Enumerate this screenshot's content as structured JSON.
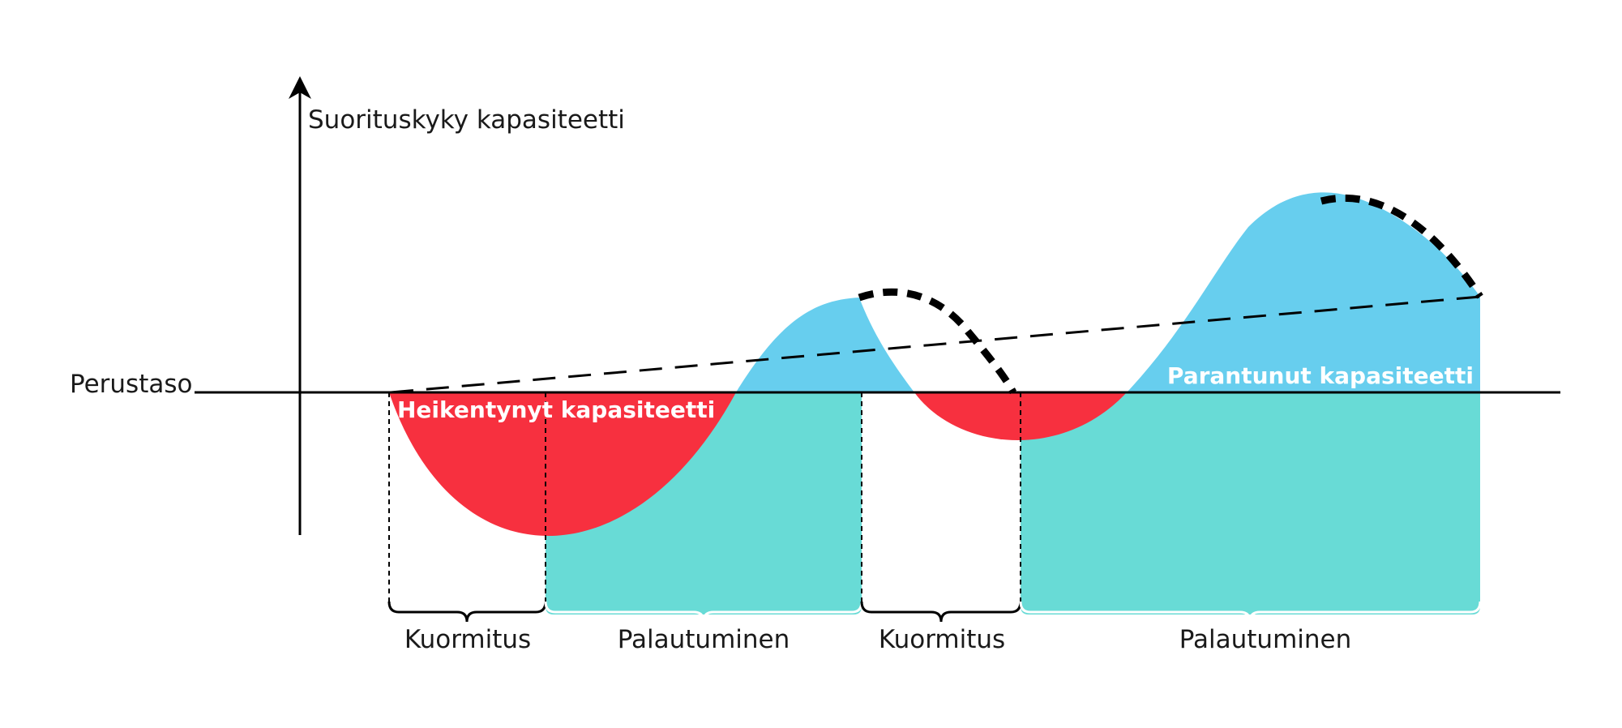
{
  "y_axis_label": "Suorituskyky kapasiteetti",
  "baseline_label": "Perustaso",
  "decreased_label": "Heikentynyt kapasiteetti",
  "improved_label": "Parantunut kapasiteetti",
  "phases": [
    {
      "label": "Kuormitus"
    },
    {
      "label": "Palautuminen"
    },
    {
      "label": "Kuormitus"
    },
    {
      "label": "Palautuminen"
    }
  ],
  "colors": {
    "decreased": "#f7303f",
    "improved_above": "#67ceee",
    "recovery_fill": "#68dbd6",
    "lines": "#000000"
  }
}
